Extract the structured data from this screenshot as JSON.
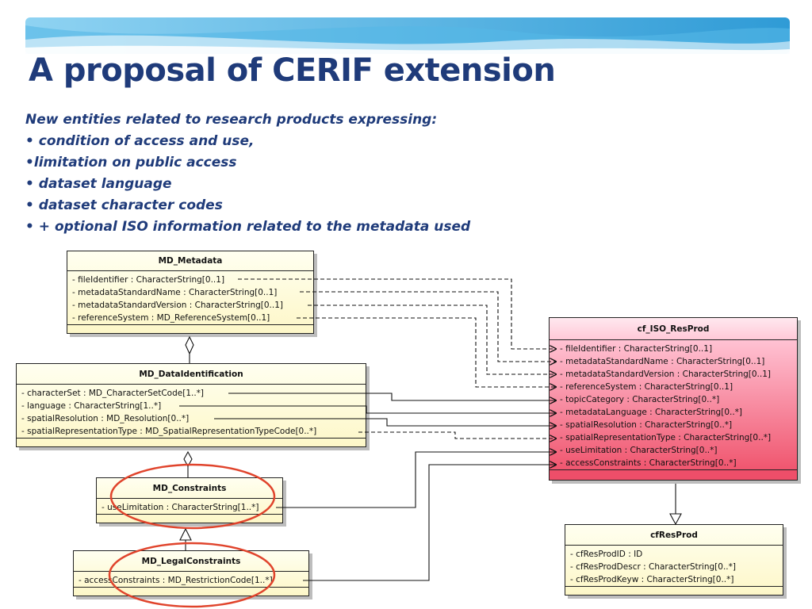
{
  "slide": {
    "title": "A proposal of CERIF extension",
    "bullets": [
      "New entities related to research products expressing:",
      "• condition of access and use,",
      "•limitation on public access",
      "• dataset language",
      "• dataset character codes",
      "• + optional ISO information related to the metadata used"
    ]
  },
  "colors": {
    "title": "#1f3b7a",
    "banner_light": "#bfe6f7",
    "banner_dark": "#3fa9dc",
    "highlight_ellipse": "#e0442c",
    "class_yellow": "#fdf7c8",
    "class_pink": "#f0566f"
  },
  "diagram": {
    "md_metadata": {
      "name": "MD_Metadata",
      "attributes": [
        "- fileIdentifier : CharacterString[0..1]",
        "- metadataStandardName : CharacterString[0..1]",
        "- metadataStandardVersion : CharacterString[0..1]",
        "- referenceSystem : MD_ReferenceSystem[0..1]"
      ]
    },
    "md_dataidentification": {
      "name": "MD_DataIdentification",
      "attributes": [
        "- characterSet : MD_CharacterSetCode[1..*]",
        "- language : CharacterString[1..*]",
        "- spatialResolution : MD_Resolution[0..*]",
        "- spatialRepresentationType : MD_SpatialRepresentationTypeCode[0..*]"
      ]
    },
    "md_constraints": {
      "name": "MD_Constraints",
      "attributes": [
        "- useLimitation : CharacterString[1..*]"
      ]
    },
    "md_legalconstraints": {
      "name": "MD_LegalConstraints",
      "attributes": [
        "- accessConstraints : MD_RestrictionCode[1..*]"
      ]
    },
    "cf_iso_resprod": {
      "name": "cf_ISO_ResProd",
      "attributes": [
        "- fileIdentifier : CharacterString[0..1]",
        "- metadataStandardName : CharacterString[0..1]",
        "- metadataStandardVersion : CharacterString[0..1]",
        "- referenceSystem : CharacterString[0..1]",
        "- topicCategory : CharacterString[0..*]",
        "- metadataLanguage : CharacterString[0..*]",
        "- spatialResolution : CharacterString[0..*]",
        "- spatialRepresentationType : CharacterString[0..*]",
        "- useLimitation : CharacterString[0..*]",
        "- accessConstraints : CharacterString[0..*]"
      ]
    },
    "cfresprod": {
      "name": "cfResProd",
      "attributes": [
        "- cfResProdID : ID",
        "- cfResProdDescr : CharacterString[0..*]",
        "- cfResProdKeyw : CharacterString[0..*]"
      ]
    }
  }
}
